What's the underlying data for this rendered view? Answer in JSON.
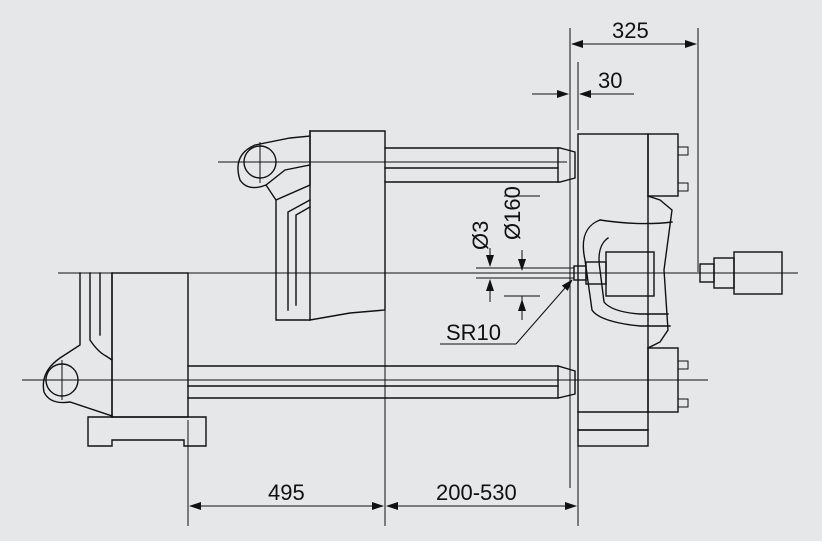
{
  "drawing": {
    "background": "#e6e7e9",
    "stroke_color": "#111111",
    "dimensions": {
      "stroke_325": "325",
      "clearance_30": "30",
      "diameter_160": "Ø160",
      "diameter_3": "Ø3",
      "sphere_radius": "SR10",
      "platen_495": "495",
      "stroke_range": "200-530"
    }
  }
}
